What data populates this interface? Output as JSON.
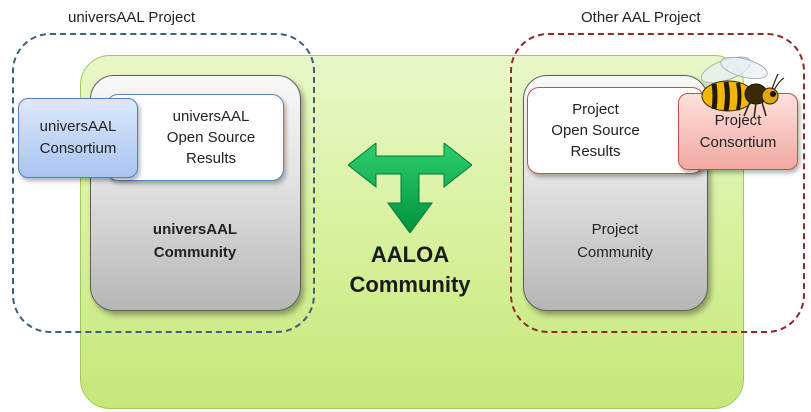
{
  "projects": {
    "universaal": {
      "title": "universAAL Project",
      "consortium_label": "universAAL Consortium",
      "results_lines": [
        "universAAL",
        "Open Source",
        "Results"
      ],
      "community_lines": [
        "universAAL",
        "Community"
      ],
      "color": "#3d5f82"
    },
    "other": {
      "title": "Other AAL Project",
      "consortium_label": "Project Consortium",
      "results_lines": [
        "Project",
        "Open Source",
        "Results"
      ],
      "community_lines": [
        "Project",
        "Community"
      ],
      "color": "#8e2a2a"
    }
  },
  "aaloa": {
    "lines": [
      "AALOA",
      "Community"
    ],
    "background_color": "#d6f09a",
    "arrow_color": "#00a651"
  },
  "icons": {
    "arrow": "t-shaped-double-arrow-icon",
    "wasp": "wasp-icon"
  }
}
